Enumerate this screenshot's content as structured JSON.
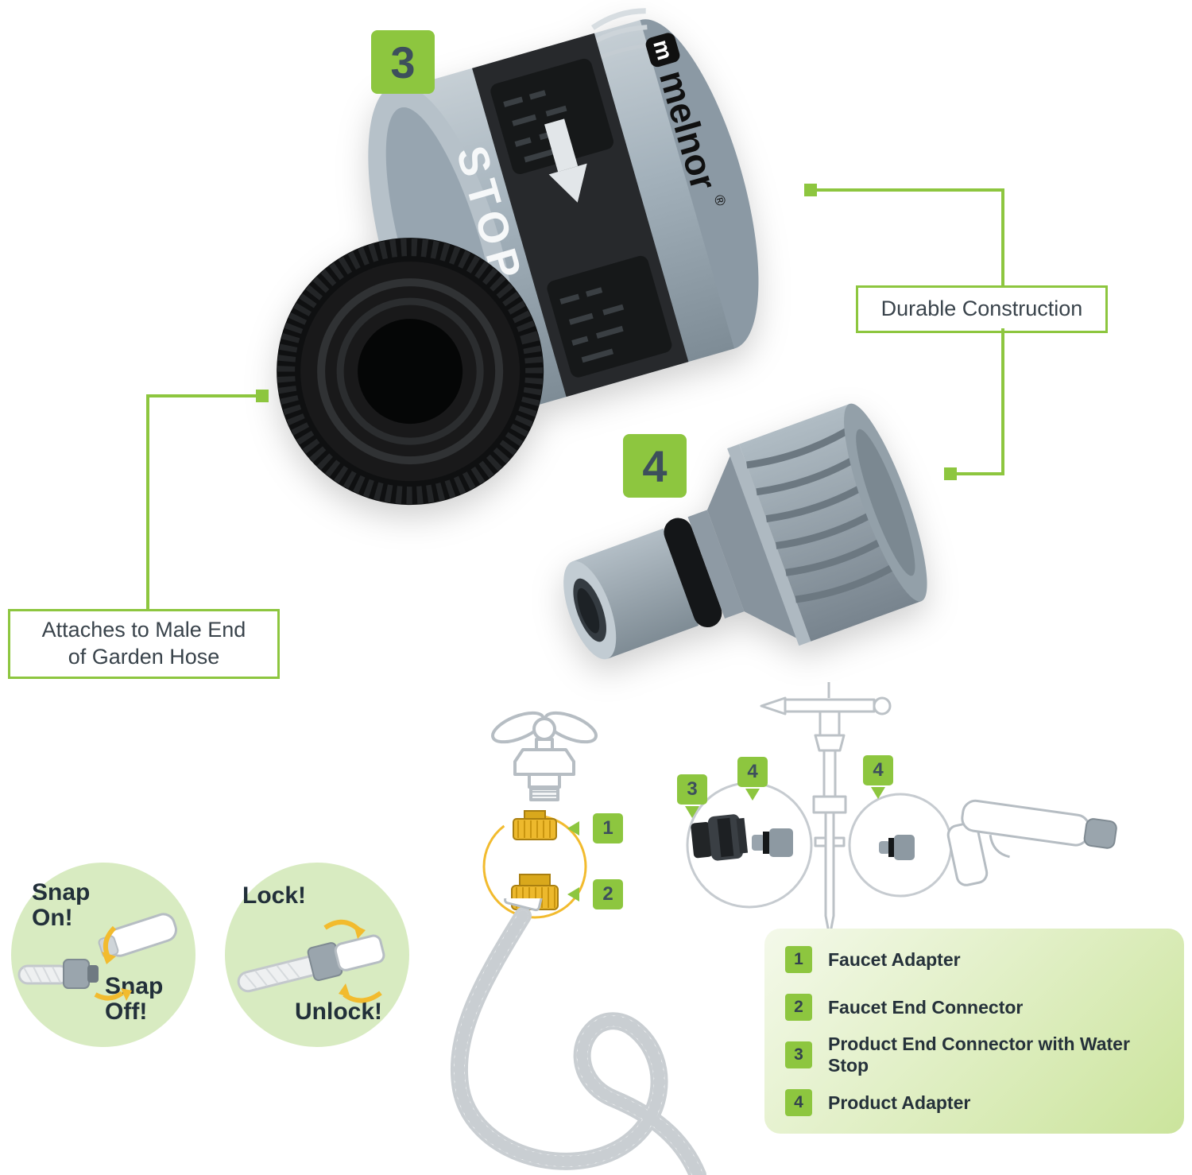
{
  "colors": {
    "accent_green": "#8dc63f",
    "badge_text": "#3d4f5c",
    "light_green_circle": "#d8ebc1",
    "panel_gradient_start": "#f4f9ea",
    "panel_gradient_end": "#cbe49c",
    "arrow_yellow": "#f2bb2e"
  },
  "products": {
    "end_connector": {
      "badge": "3",
      "stop_label": "STOP",
      "brand": "melnor",
      "brand_mark": "m",
      "registered_mark": "®"
    },
    "adapter": {
      "badge": "4"
    }
  },
  "callouts": {
    "durable": {
      "text": "Durable Construction"
    },
    "attaches": {
      "line1": "Attaches to Male End",
      "line2": "of Garden Hose"
    }
  },
  "usage": {
    "snap_on_line1": "Snap",
    "snap_on_line2": "On!",
    "snap_off_line1": "Snap",
    "snap_off_line2": "Off!",
    "lock": "Lock!",
    "unlock": "Unlock!"
  },
  "diagram": {
    "badges": [
      "1",
      "2",
      "3",
      "4",
      "4"
    ]
  },
  "legend": {
    "items": [
      {
        "num": "1",
        "label": "Faucet Adapter"
      },
      {
        "num": "2",
        "label": "Faucet End Connector"
      },
      {
        "num": "3",
        "label": "Product End Connector with Water Stop"
      },
      {
        "num": "4",
        "label": "Product Adapter"
      }
    ]
  }
}
